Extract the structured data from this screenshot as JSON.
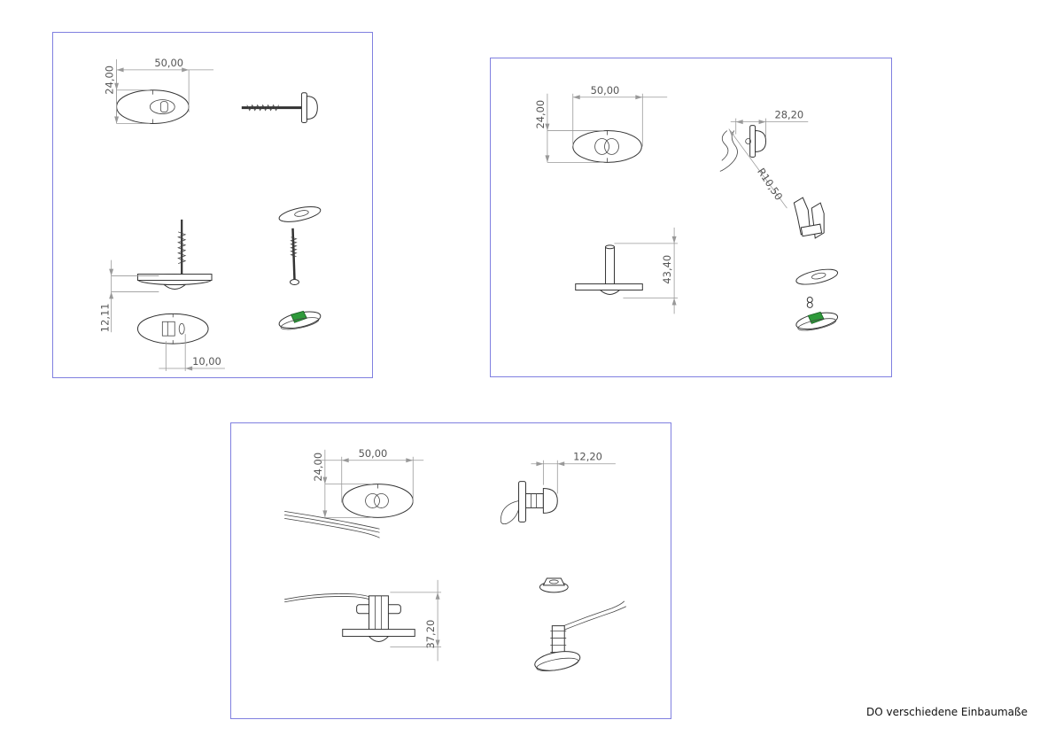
{
  "caption": "DO verschiedene Einbaumaße",
  "sheet1": {
    "width": "50,00",
    "height": "24,00",
    "depth": "12,11",
    "offset": "10,00"
  },
  "sheet2": {
    "width": "50,00",
    "height": "24,00",
    "protrusion": "28,20",
    "radius": "R10,50",
    "stem": "43,40"
  },
  "sheet3": {
    "width": "50,00",
    "height": "24,00",
    "protrusion": "12,20",
    "stem": "37,20"
  },
  "colors": {
    "frame": "#8080e0",
    "accent_green": "#2e9a3a",
    "dimension": "#999999"
  }
}
